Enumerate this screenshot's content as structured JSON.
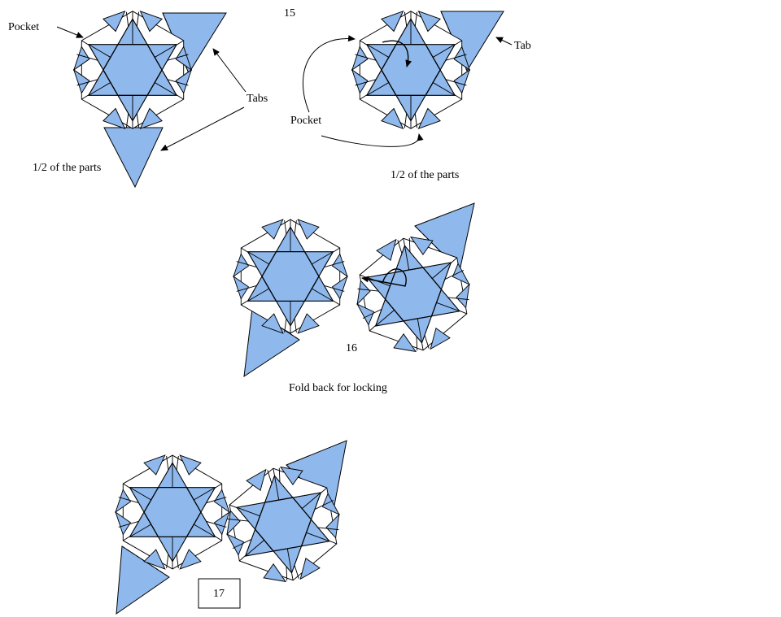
{
  "colors": {
    "paper": "#8fb8ec",
    "line": "#000000",
    "background": "#ffffff"
  },
  "step15": {
    "number": "15",
    "left_figure": {
      "pocket_label": "Pocket",
      "tabs_label": "Tabs",
      "caption": "1/2 of the parts"
    },
    "right_figure": {
      "pocket_label": "Pocket",
      "tab_label": "Tab",
      "caption": "1/2 of the parts"
    }
  },
  "step16": {
    "number": "16",
    "instruction": "Fold back for locking"
  },
  "step17": {
    "number": "17"
  }
}
